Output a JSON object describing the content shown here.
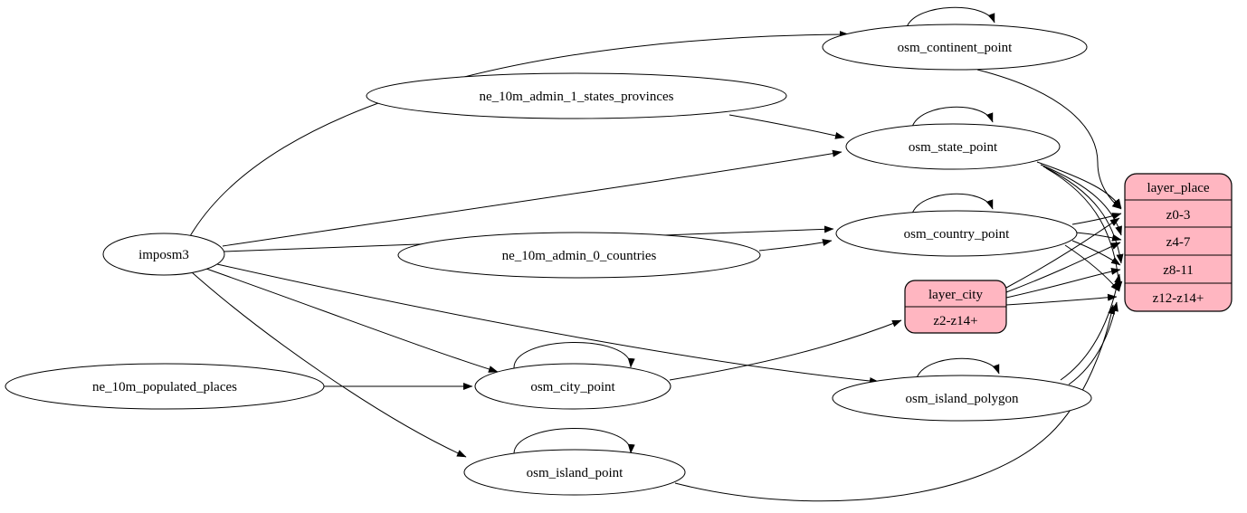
{
  "diagram": {
    "kind": "etl-graph",
    "background_color": "#ffffff",
    "edge_color": "#000000",
    "record_fill_color": "#ffb6c1",
    "nodes": {
      "imposm3": {
        "label": "imposm3"
      },
      "ne_10m_admin_1_states_provinces": {
        "label": "ne_10m_admin_1_states_provinces"
      },
      "ne_10m_admin_0_countries": {
        "label": "ne_10m_admin_0_countries"
      },
      "ne_10m_populated_places": {
        "label": "ne_10m_populated_places"
      },
      "osm_continent_point": {
        "label": "osm_continent_point"
      },
      "osm_state_point": {
        "label": "osm_state_point"
      },
      "osm_country_point": {
        "label": "osm_country_point"
      },
      "osm_city_point": {
        "label": "osm_city_point"
      },
      "osm_island_polygon": {
        "label": "osm_island_polygon"
      },
      "osm_island_point": {
        "label": "osm_island_point"
      },
      "layer_city": {
        "title": "layer_city",
        "rows": [
          "z2-z14+"
        ]
      },
      "layer_place": {
        "title": "layer_place",
        "rows": [
          "z0-3",
          "z4-7",
          "z8-11",
          "z12-z14+"
        ]
      }
    },
    "edges": [
      {
        "from": "imposm3",
        "to": "osm_continent_point"
      },
      {
        "from": "imposm3",
        "to": "osm_state_point"
      },
      {
        "from": "imposm3",
        "to": "osm_country_point"
      },
      {
        "from": "imposm3",
        "to": "osm_city_point"
      },
      {
        "from": "imposm3",
        "to": "osm_island_polygon"
      },
      {
        "from": "imposm3",
        "to": "osm_island_point"
      },
      {
        "from": "ne_10m_admin_1_states_provinces",
        "to": "osm_state_point"
      },
      {
        "from": "ne_10m_admin_0_countries",
        "to": "osm_country_point"
      },
      {
        "from": "ne_10m_populated_places",
        "to": "osm_city_point"
      },
      {
        "from": "osm_continent_point",
        "to": "osm_continent_point"
      },
      {
        "from": "osm_state_point",
        "to": "osm_state_point"
      },
      {
        "from": "osm_country_point",
        "to": "osm_country_point"
      },
      {
        "from": "osm_city_point",
        "to": "osm_city_point"
      },
      {
        "from": "osm_island_polygon",
        "to": "osm_island_polygon"
      },
      {
        "from": "osm_island_point",
        "to": "osm_island_point"
      },
      {
        "from": "osm_continent_point",
        "to": "layer_place:z0-3"
      },
      {
        "from": "osm_state_point",
        "to": "layer_place:z0-3"
      },
      {
        "from": "osm_state_point",
        "to": "layer_place:z4-7"
      },
      {
        "from": "osm_state_point",
        "to": "layer_place:z8-11"
      },
      {
        "from": "osm_state_point",
        "to": "layer_place:z12-z14+"
      },
      {
        "from": "osm_country_point",
        "to": "layer_place:z0-3"
      },
      {
        "from": "osm_country_point",
        "to": "layer_place:z4-7"
      },
      {
        "from": "osm_country_point",
        "to": "layer_place:z8-11"
      },
      {
        "from": "osm_country_point",
        "to": "layer_place:z12-z14+"
      },
      {
        "from": "osm_city_point",
        "to": "layer_city:z2-z14+"
      },
      {
        "from": "layer_city",
        "to": "layer_place:z0-3"
      },
      {
        "from": "layer_city",
        "to": "layer_place:z4-7"
      },
      {
        "from": "layer_city",
        "to": "layer_place:z8-11"
      },
      {
        "from": "layer_city",
        "to": "layer_place:z12-z14+"
      },
      {
        "from": "osm_island_polygon",
        "to": "layer_place:z8-11"
      },
      {
        "from": "osm_island_polygon",
        "to": "layer_place:z12-z14+"
      },
      {
        "from": "osm_island_point",
        "to": "layer_place:z12-z14+"
      }
    ]
  }
}
